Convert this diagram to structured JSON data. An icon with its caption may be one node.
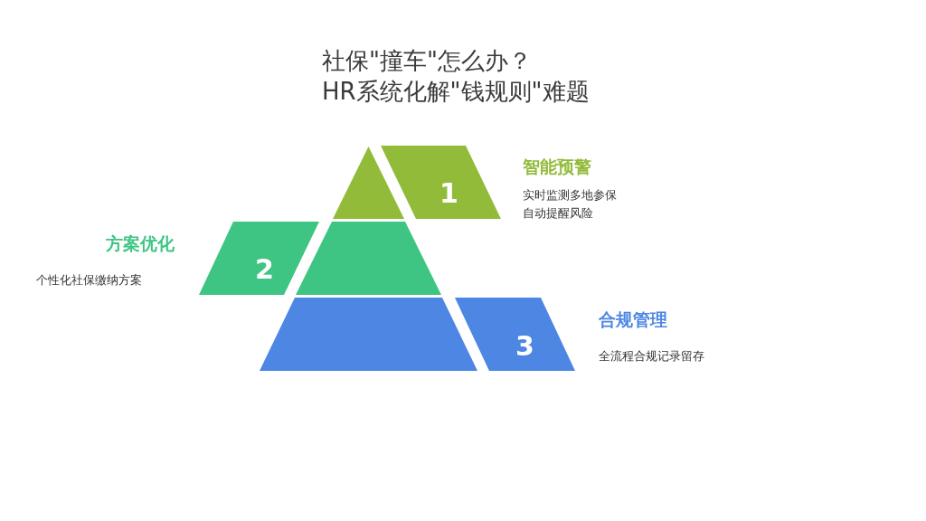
{
  "diagram": {
    "title": "社保\"撞车\"怎么办？HR系统化解\"钱规则\"难题",
    "nodes": [
      {
        "text": [],
        "shape": "triangle"
      },
      {
        "text": [
          "1"
        ],
        "beside": [
          "智能预警",
          "实时监测多地参保自动提醒风险"
        ]
      },
      {
        "text": [
          "2"
        ],
        "beside": [
          "方案优化",
          "个性化社保缴纳方案"
        ]
      },
      {
        "text": [],
        "shape": "trapezoid"
      },
      {
        "text": [],
        "shape": "trapezoid"
      },
      {
        "text": [
          "3"
        ],
        "beside": [
          "合规管理",
          "全流程合规记录留存"
        ]
      }
    ]
  }
}
